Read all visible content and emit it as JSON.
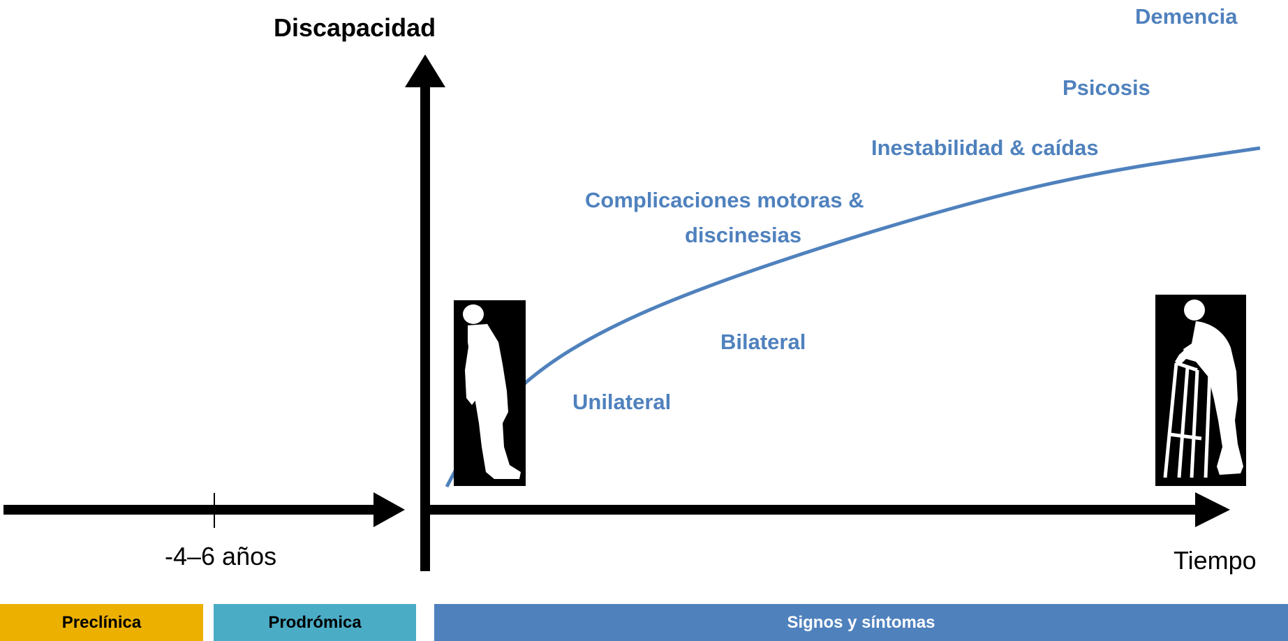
{
  "y_axis_label": "Discapacidad",
  "x_axis_label": "Tiempo",
  "tick_label": "-4–6 años",
  "stages": [
    {
      "label": "Unilateral"
    },
    {
      "label": "Bilateral"
    },
    {
      "label": "Complicaciones motoras &"
    },
    {
      "label": "discinesias"
    },
    {
      "label": "Inestabilidad & caídas"
    },
    {
      "label": "Psicosis"
    },
    {
      "label": "Demencia"
    }
  ],
  "phases": [
    {
      "label": "Preclínica",
      "color": "#EBB000"
    },
    {
      "label": "Prodrómica",
      "color": "#4BACC6"
    },
    {
      "label": "Signos y síntomas",
      "color": "#4F81BD"
    }
  ],
  "colors": {
    "curve": "#4F81BD",
    "stage_text": "#4F81BD",
    "axis": "#000000",
    "figure_bg": "#000000",
    "figure_fg": "#ffffff"
  },
  "icons": [
    "stooped-person-icon",
    "person-with-walker-icon"
  ]
}
